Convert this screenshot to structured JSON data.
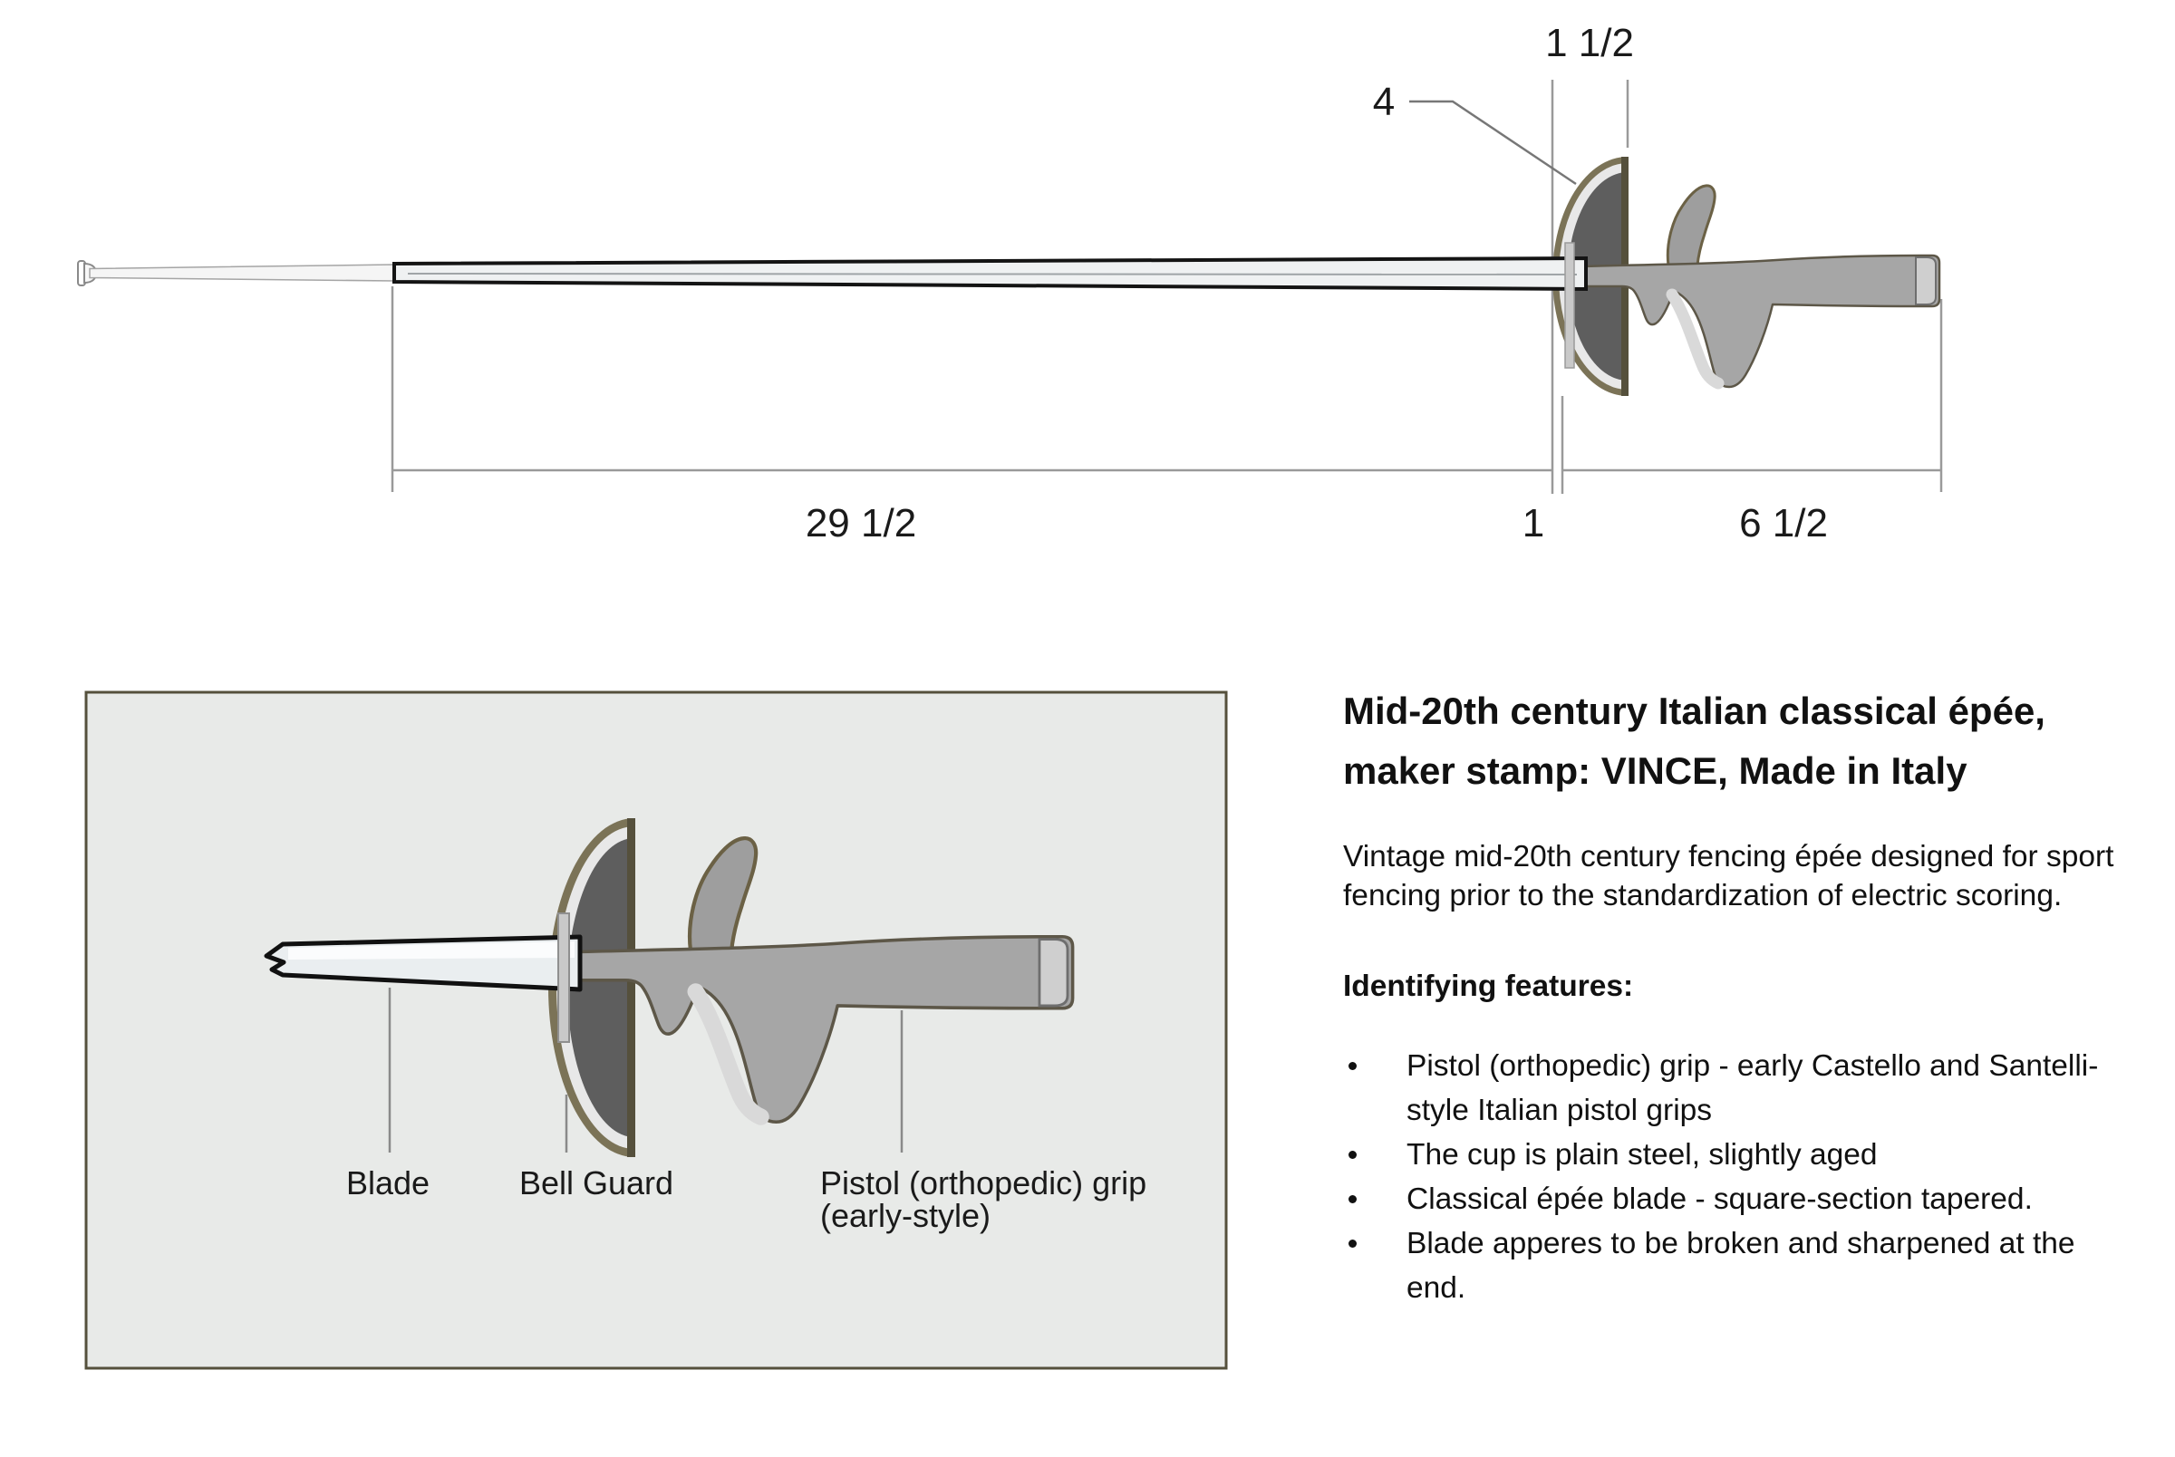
{
  "top_diagram": {
    "measurements": {
      "cup_depth": "1 1/2",
      "guard_diameter": "4",
      "blade_length": "29 1/2",
      "ricasso": "1",
      "grip_length": "6 1/2"
    }
  },
  "parts_diagram": {
    "labels": {
      "blade": "Blade",
      "bell_guard": "Bell Guard",
      "grip_line1": "Pistol (orthopedic) grip",
      "grip_line2": "(early-style)"
    }
  },
  "description": {
    "title_line1": "Mid-20th century Italian classical épée,",
    "title_line2": "maker stamp: VINCE, Made in Italy",
    "intro": "Vintage mid-20th century fencing épée designed for sport fencing prior to the standardization of electric scoring.",
    "features_heading": "Identifying features:",
    "features": [
      "Pistol (orthopedic) grip - early Castello and Santelli-style Italian pistol grips",
      "The cup is plain steel, slightly aged",
      "Classical épée blade - square-section tapered.",
      "Blade apperes to be broken and sharpened at the end."
    ]
  },
  "colors": {
    "cup_dark": "#5e5e5e",
    "cup_rim": "#e8e8e8",
    "outline_olive": "#7b7357",
    "cup_back_bar": "#55503c",
    "grip_gray": "#a6a6a6",
    "grip_highlight": "#d9d9d9",
    "pommel_cap": "#cfcfcf",
    "blade_fill": "#eff1f2",
    "box_fill": "#e8eae8",
    "box_border": "#55503c",
    "dim_line": "#9a9a9a",
    "text": "#1a1a1a"
  }
}
